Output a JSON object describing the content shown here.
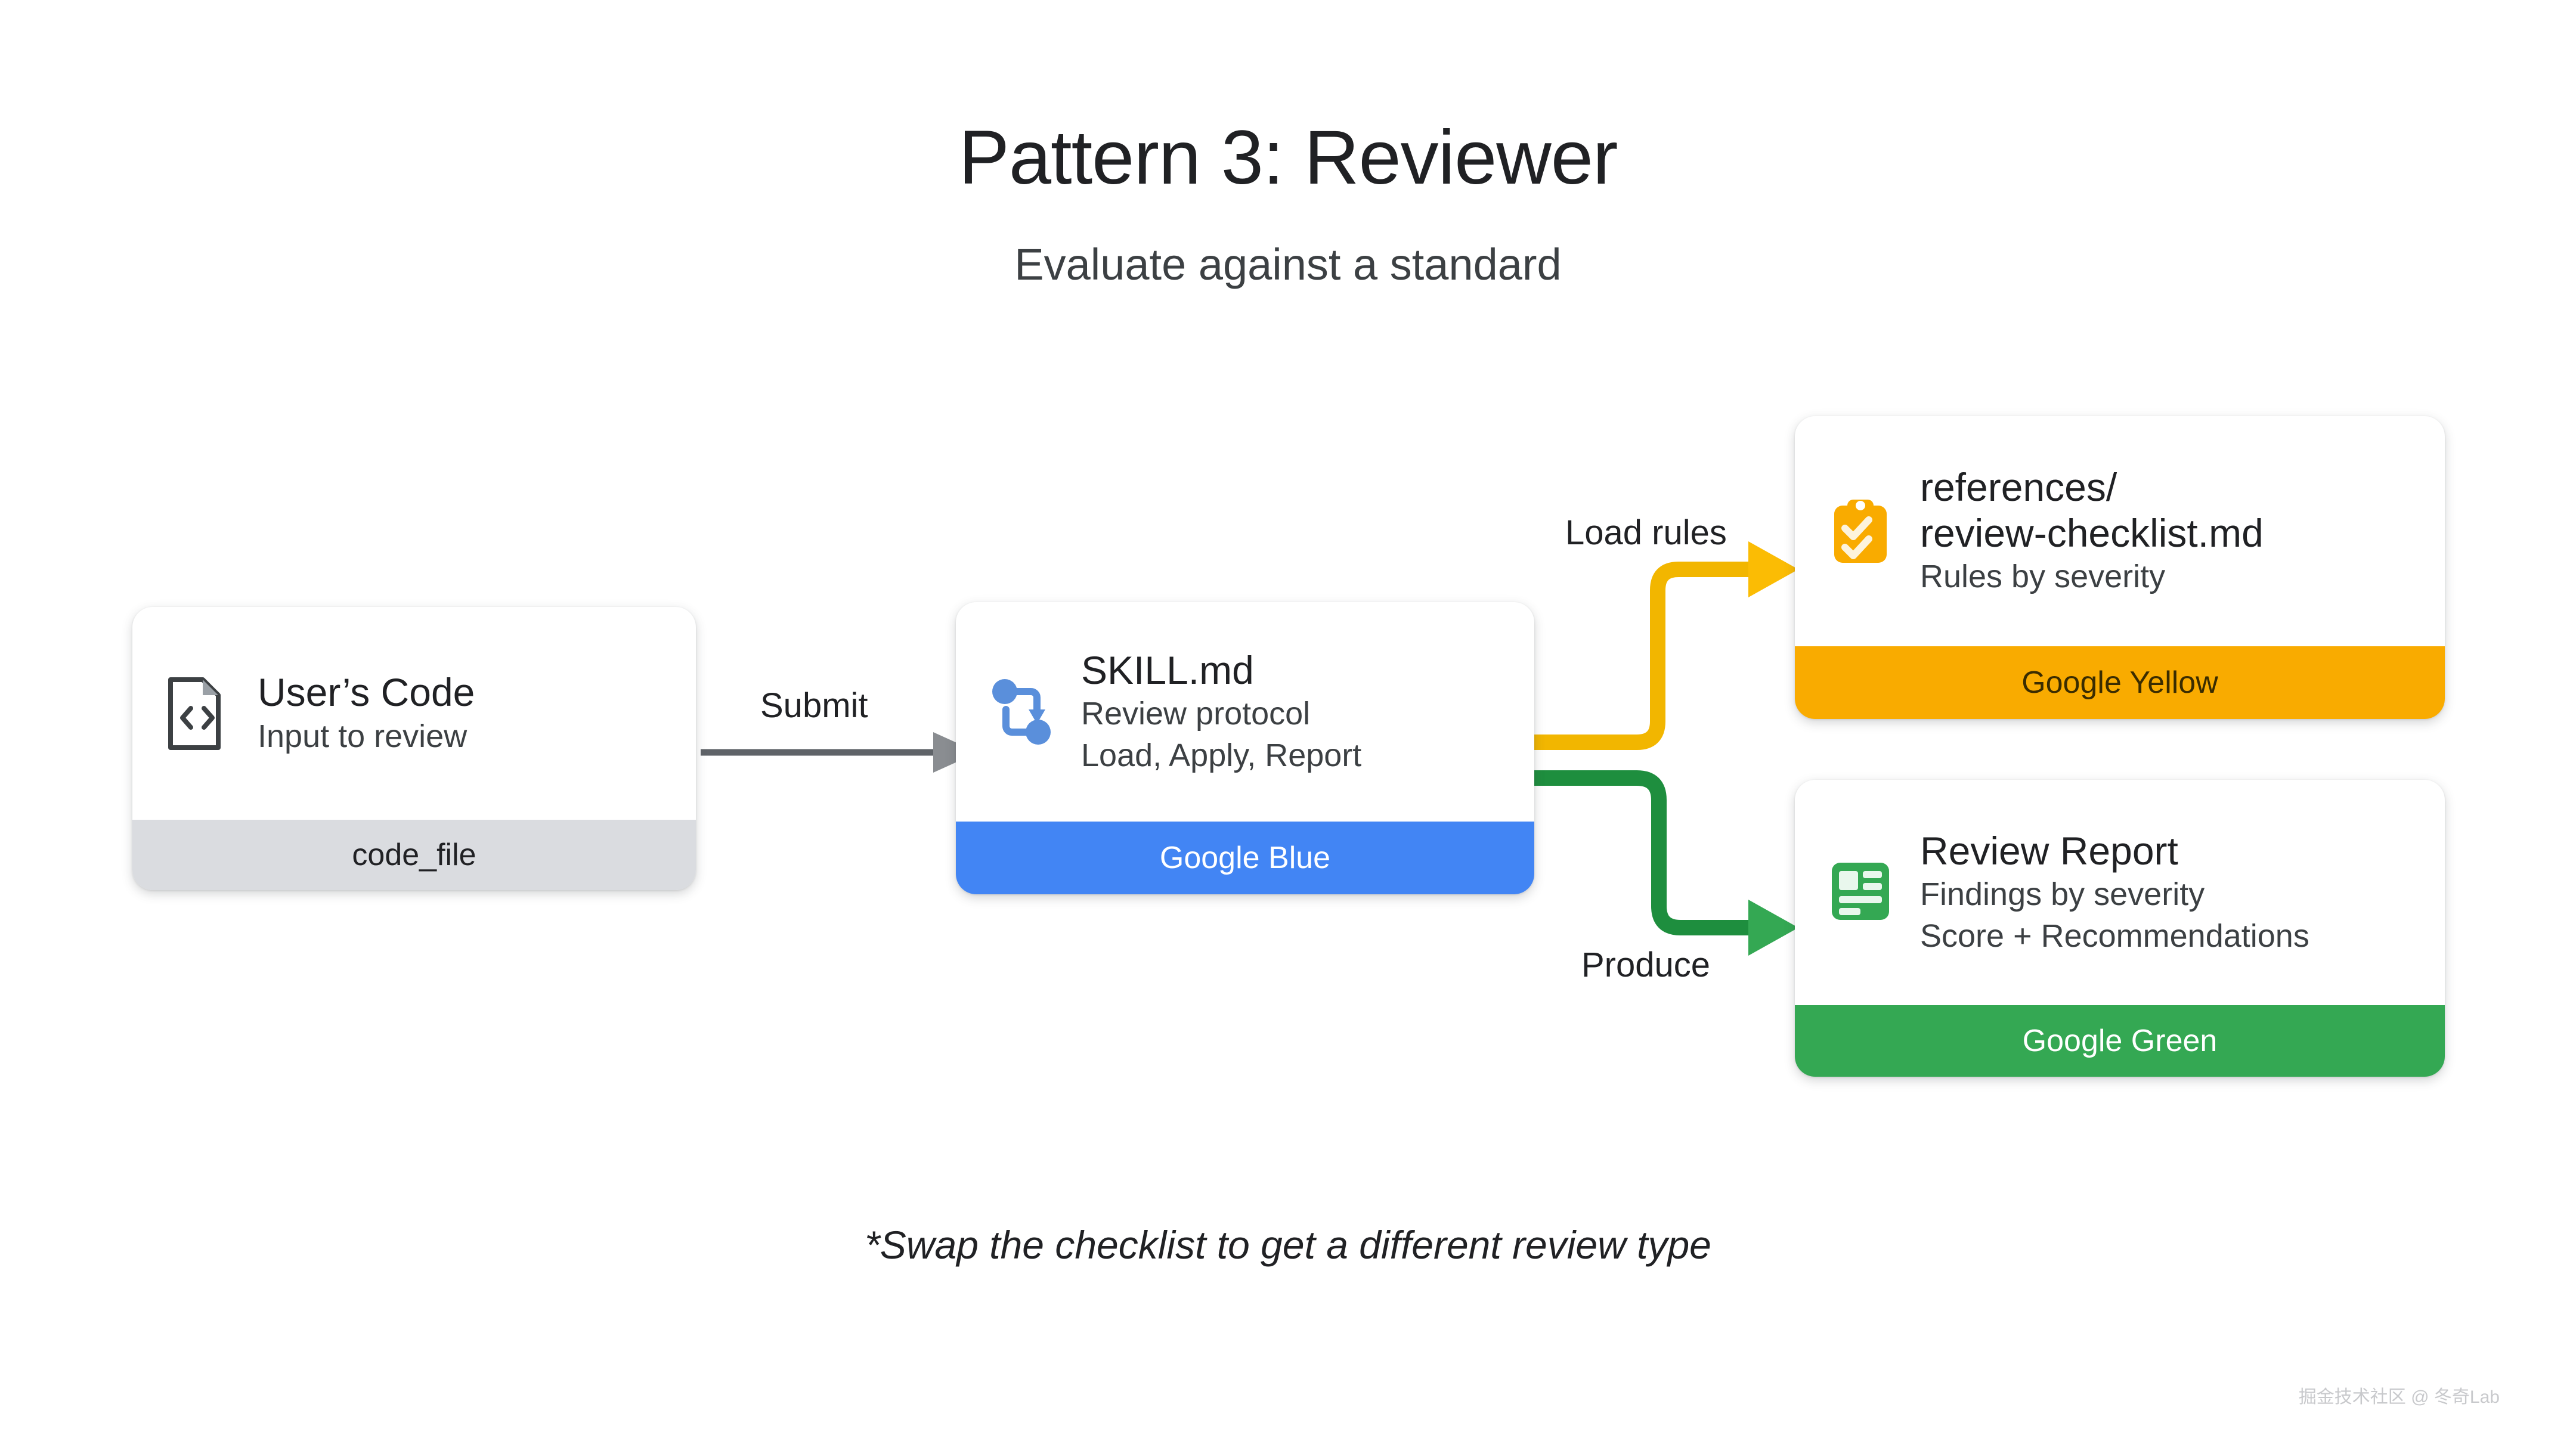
{
  "header": {
    "title": "Pattern 3: Reviewer",
    "subtitle": "Evaluate against a standard"
  },
  "cards": {
    "user_code": {
      "icon": "code-file-icon",
      "title": "User’s Code",
      "subtitle": "Input to review",
      "footer_label": "code_file",
      "footer_color": "#DADCE0"
    },
    "skill": {
      "icon": "flow-loop-icon",
      "title": "SKILL.md",
      "subtitle_line_1": "Review protocol",
      "subtitle_line_2": "Load, Apply, Report",
      "footer_label": "Google Blue",
      "footer_color": "#4285F4"
    },
    "checklist": {
      "icon": "clipboard-check-icon",
      "title_line_1": "references/",
      "title_line_2": "review-checklist.md",
      "subtitle": "Rules by severity",
      "footer_label": "Google Yellow",
      "footer_color": "#F9AB00"
    },
    "report": {
      "icon": "report-article-icon",
      "title": "Review Report",
      "subtitle_line_1": "Findings by severity",
      "subtitle_line_2": "Score + Recommendations",
      "footer_label": "Google Green",
      "footer_color": "#34A853"
    }
  },
  "connectors": [
    {
      "name": "submit",
      "label": "Submit",
      "color": "#5f6368"
    },
    {
      "name": "load-rules",
      "label": "Load rules",
      "color": "#F9AB00"
    },
    {
      "name": "produce",
      "label": "Produce",
      "color": "#34A853"
    }
  ],
  "footnote": "*Swap the checklist to get a different review type",
  "watermark": "掘金技术社区 @ 冬奇Lab"
}
